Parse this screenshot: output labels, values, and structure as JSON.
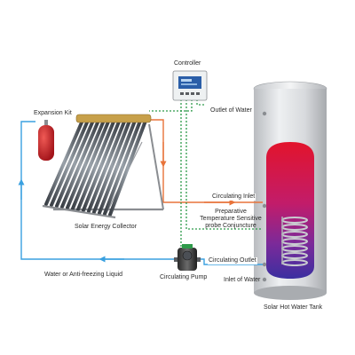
{
  "labels": {
    "controller": "Controller",
    "expansion_kit": "Expansion Kit",
    "solar_collector": "Solar Energy Collector",
    "outlet_of_water": "Outlet of Water",
    "circulating_inlet": "Circulating Inlet",
    "probe_line1": "Preparative",
    "probe_line2": "Temperature Sensitive",
    "probe_line3": "probe Conjuncture",
    "circulating_outlet": "Circulating Outlet",
    "inlet_of_water": "Inlet of Water",
    "water_or_antifreeze": "Water or Anti-freezing Liquid",
    "circulating_pump": "Circulating Pump",
    "tank": "Solar Hot Water Tank"
  },
  "colors": {
    "hot_pipe": "#e8733a",
    "cold_pipe": "#3aa0e0",
    "sensor_wire": "#2e9a4a",
    "tank_shell": "#d2d4d6",
    "tank_hot": "#e2142c",
    "tank_cold": "#3b2fa0",
    "expansion_kit": "#d51f23"
  }
}
